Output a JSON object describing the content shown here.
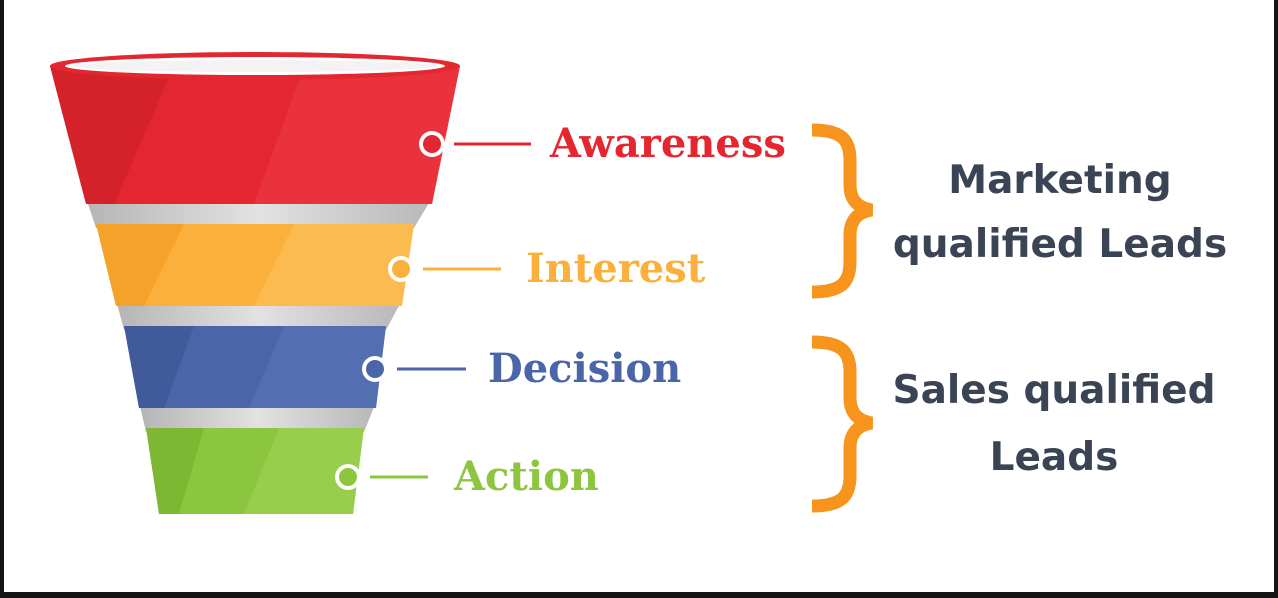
{
  "stages": [
    {
      "label": "Awareness",
      "color": "#e3262f"
    },
    {
      "label": "Interest",
      "color": "#fbb03b"
    },
    {
      "label": "Decision",
      "color": "#4a66a8"
    },
    {
      "label": "Action",
      "color": "#8cc63f"
    }
  ],
  "groups": [
    {
      "lines": [
        "Marketing",
        "qualified Leads"
      ]
    },
    {
      "lines": [
        "Sales qualified",
        "Leads"
      ]
    }
  ],
  "colors": {
    "bracket": "#f7941d",
    "group_text": "#3b4455",
    "funnel_gap": "#c4c4c4"
  }
}
